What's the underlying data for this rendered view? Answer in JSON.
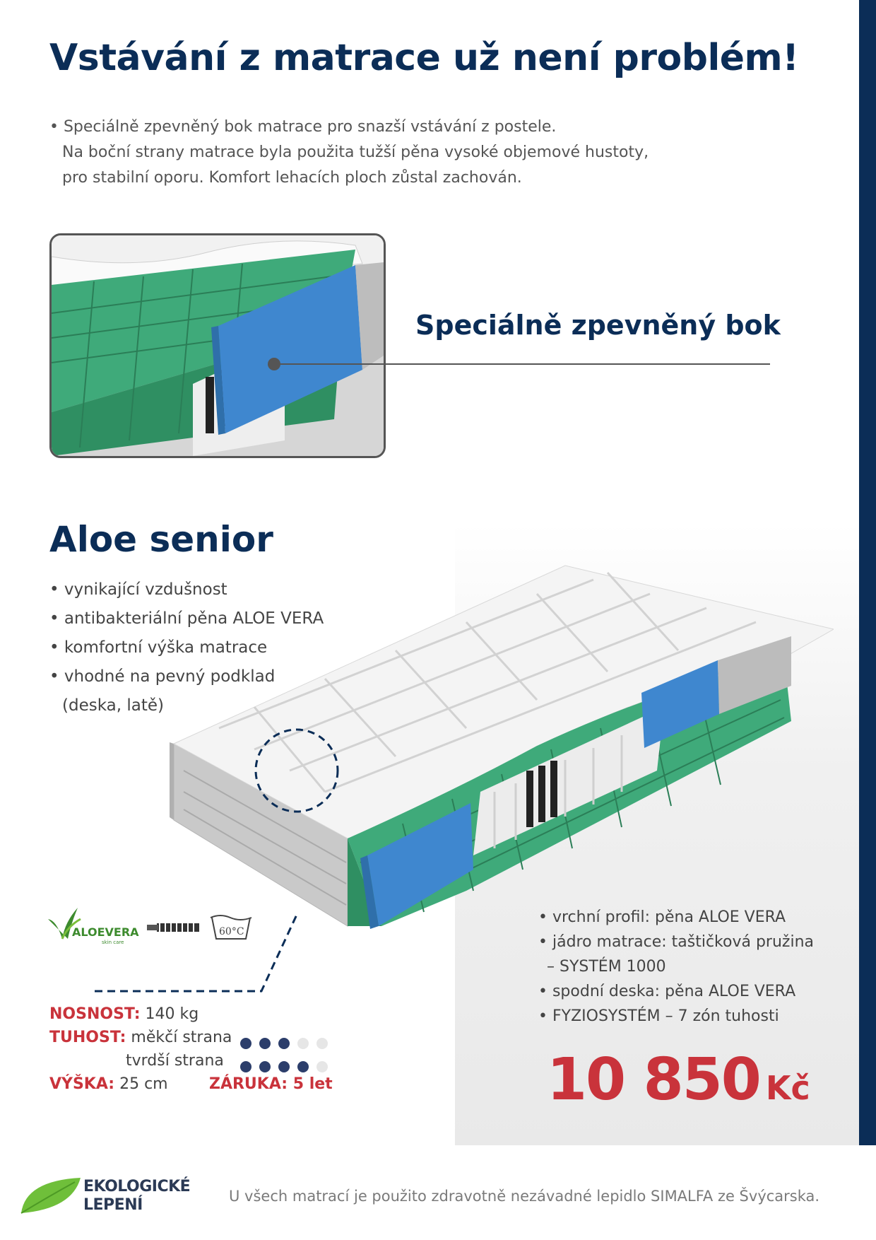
{
  "header": {
    "title": "Vstávání z matrace už není problém!",
    "intro": [
      "• Speciálně zpevněný bok matrace pro snazší vstávání z postele.",
      "Na boční strany matrace byla použita tužší pěna vysoké objemové hustoty,",
      "pro stabilní oporu. Komfort lehacích ploch zůstal zachován."
    ]
  },
  "detail": {
    "callout_label": "Speciálně zpevněný bok"
  },
  "product": {
    "name": "Aloe senior",
    "features": [
      "• vynikající vzdušnost",
      "• antibakteriální pěna ALOE VERA",
      "• komfortní výška matrace",
      "• vhodné na pevný podklad",
      "(deska, latě)"
    ],
    "specs": [
      "• vrchní profil: pěna ALOE VERA",
      "• jádro matrace: taštičková pružina",
      "– SYSTÉM 1000",
      "• spodní deska: pěna ALOE VERA",
      "• FYZIOSYSTÉM – 7 zón tuhosti"
    ],
    "price": {
      "value": "10 850",
      "currency": "Kč"
    },
    "icons": {
      "logo_text": "ALOEVERA",
      "logo_sub": "skin care",
      "wash_label": "60°C",
      "names": [
        "aloe-vera-logo",
        "zipper-icon",
        "wash-60-icon"
      ]
    }
  },
  "params": {
    "nosnost_label": "NOSNOST:",
    "nosnost_value": " 140 kg",
    "tuhost_label": "TUHOST:",
    "soft_label": " měkčí strana",
    "soft_level": 3,
    "hard_label": "tvrdší strana",
    "hard_level": 4,
    "max_level": 5,
    "vyska_label": "VÝŠKA:",
    "vyska_value": " 25 cm",
    "zaruka_label": "ZÁRUKA:",
    "zaruka_value": "  5 let"
  },
  "footer": {
    "eco_line1": "EKOLOGICKÉ",
    "eco_line2": "LEPENÍ",
    "note": "U všech matrací je použito zdravotně nezávadné lepidlo SIMALFA ze Švýcarska."
  },
  "colors": {
    "navy": "#0b2d57",
    "accent_red": "#c9333b",
    "foam_green": "#3faa7a",
    "side_blue": "#3f87cf"
  }
}
